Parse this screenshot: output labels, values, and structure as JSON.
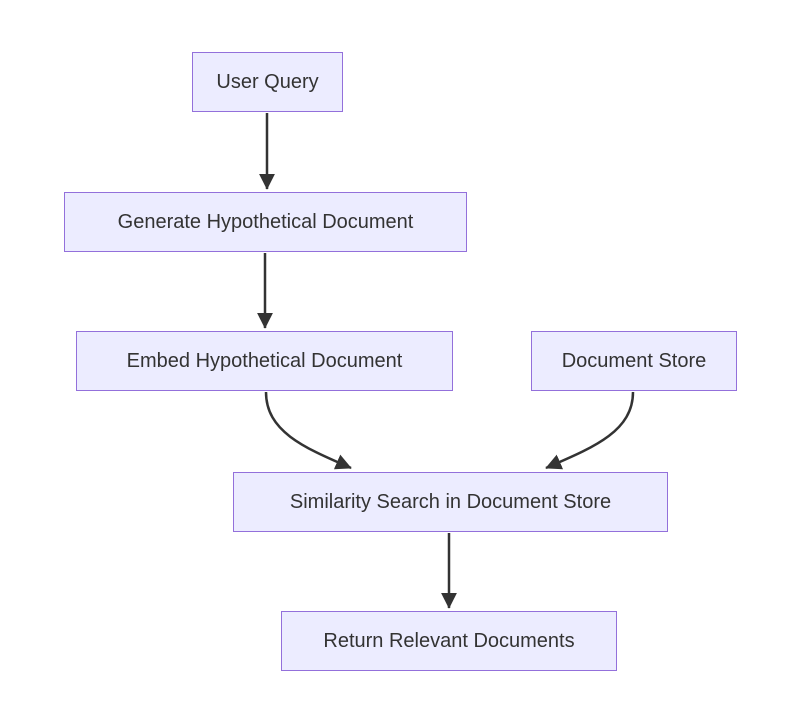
{
  "diagram": {
    "type": "flowchart",
    "direction": "top-down",
    "colors": {
      "background": "#ffffff",
      "node_fill": "#ECECFF",
      "node_border": "#9370DB",
      "edge_color": "#333333",
      "text_color": "#333333"
    },
    "nodes": [
      {
        "id": "user_query",
        "label": "User Query"
      },
      {
        "id": "generate",
        "label": "Generate Hypothetical Document"
      },
      {
        "id": "embed",
        "label": "Embed Hypothetical Document"
      },
      {
        "id": "doc_store",
        "label": "Document Store"
      },
      {
        "id": "similarity",
        "label": "Similarity Search in Document Store"
      },
      {
        "id": "return",
        "label": "Return Relevant Documents"
      }
    ],
    "edges": [
      {
        "from": "user_query",
        "to": "generate"
      },
      {
        "from": "generate",
        "to": "embed"
      },
      {
        "from": "embed",
        "to": "similarity"
      },
      {
        "from": "doc_store",
        "to": "similarity"
      },
      {
        "from": "similarity",
        "to": "return"
      }
    ]
  }
}
